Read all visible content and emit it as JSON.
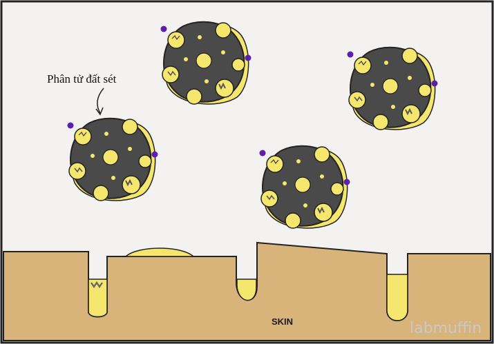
{
  "diagram": {
    "clay_label": "Phân tử đất sét",
    "skin_label": "SKIN",
    "watermark": "labmuffin"
  },
  "colors": {
    "background": "#f4f2f1",
    "frame": "#222222",
    "clay_particle": "#4a4a4a",
    "oil_yellow": "#f5e66e",
    "skin_tan": "#d9b47a",
    "ion_purple": "#5b1fb0",
    "pore_white": "#ffffff"
  },
  "icons": {
    "clay_particle": "clay-particle-icon",
    "ion_dot": "ion-dot-icon",
    "pointer_arrow": "curved-arrow-icon"
  }
}
